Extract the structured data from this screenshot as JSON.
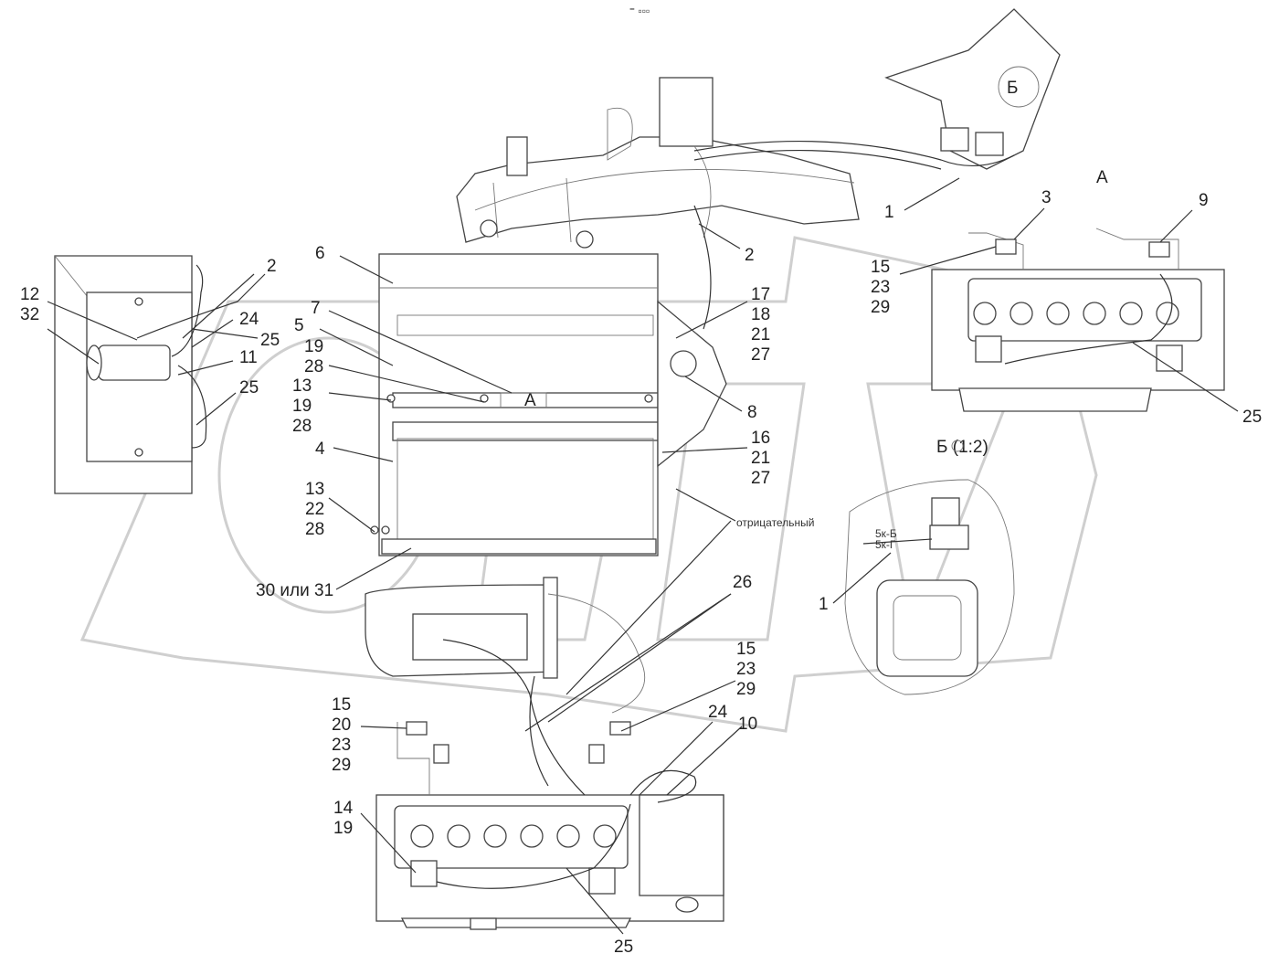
{
  "top_mark": "⁼ ▫▫▫",
  "view_labels": {
    "view_a": "А",
    "view_b": "Б (1:2)",
    "b_callout": "Б",
    "a_callout": "А"
  },
  "colors": {
    "line": "#333333",
    "watermark": "#cfcfcf"
  },
  "callouts": [
    {
      "id": "c1-top",
      "text": "1"
    },
    {
      "id": "c2-top",
      "text": "2"
    },
    {
      "id": "c2-left",
      "text": "2"
    },
    {
      "id": "c3",
      "text": "3"
    },
    {
      "id": "c9",
      "text": "9"
    },
    {
      "id": "c15-a",
      "lines": [
        "15",
        "23",
        "29"
      ]
    },
    {
      "id": "c6",
      "text": "6"
    },
    {
      "id": "c7",
      "text": "7"
    },
    {
      "id": "c5",
      "text": "5"
    },
    {
      "id": "c19-28",
      "lines": [
        "19",
        "28"
      ]
    },
    {
      "id": "c13-19-28",
      "lines": [
        "13",
        "19",
        "28"
      ]
    },
    {
      "id": "c4",
      "text": "4"
    },
    {
      "id": "c13-22-28",
      "lines": [
        "13",
        "22",
        "28"
      ]
    },
    {
      "id": "c30-31",
      "text": "30 или 31"
    },
    {
      "id": "c17",
      "lines": [
        "17",
        "18",
        "21",
        "27"
      ]
    },
    {
      "id": "c8",
      "text": "8"
    },
    {
      "id": "c16",
      "lines": [
        "16",
        "21",
        "27"
      ]
    },
    {
      "id": "c12-32",
      "lines": [
        "12",
        "32"
      ]
    },
    {
      "id": "c24-top",
      "text": "24"
    },
    {
      "id": "c25-left1",
      "text": "25"
    },
    {
      "id": "c11",
      "text": "11"
    },
    {
      "id": "c25-left2",
      "text": "25"
    },
    {
      "id": "c25-a",
      "text": "25"
    },
    {
      "id": "c1-b",
      "text": "1"
    },
    {
      "id": "c26",
      "text": "26"
    },
    {
      "id": "c15-mid",
      "lines": [
        "15",
        "23",
        "29"
      ]
    },
    {
      "id": "c15-bottom",
      "lines": [
        "15",
        "20",
        "23",
        "29"
      ]
    },
    {
      "id": "c24-bot",
      "text": "24"
    },
    {
      "id": "c10",
      "text": "10"
    },
    {
      "id": "c14-19",
      "lines": [
        "14",
        "19"
      ]
    },
    {
      "id": "c25-bot",
      "text": "25"
    }
  ],
  "annotation_note": "отрицательный",
  "b_view_tags": [
    "5к-Б",
    "5к-Г"
  ]
}
